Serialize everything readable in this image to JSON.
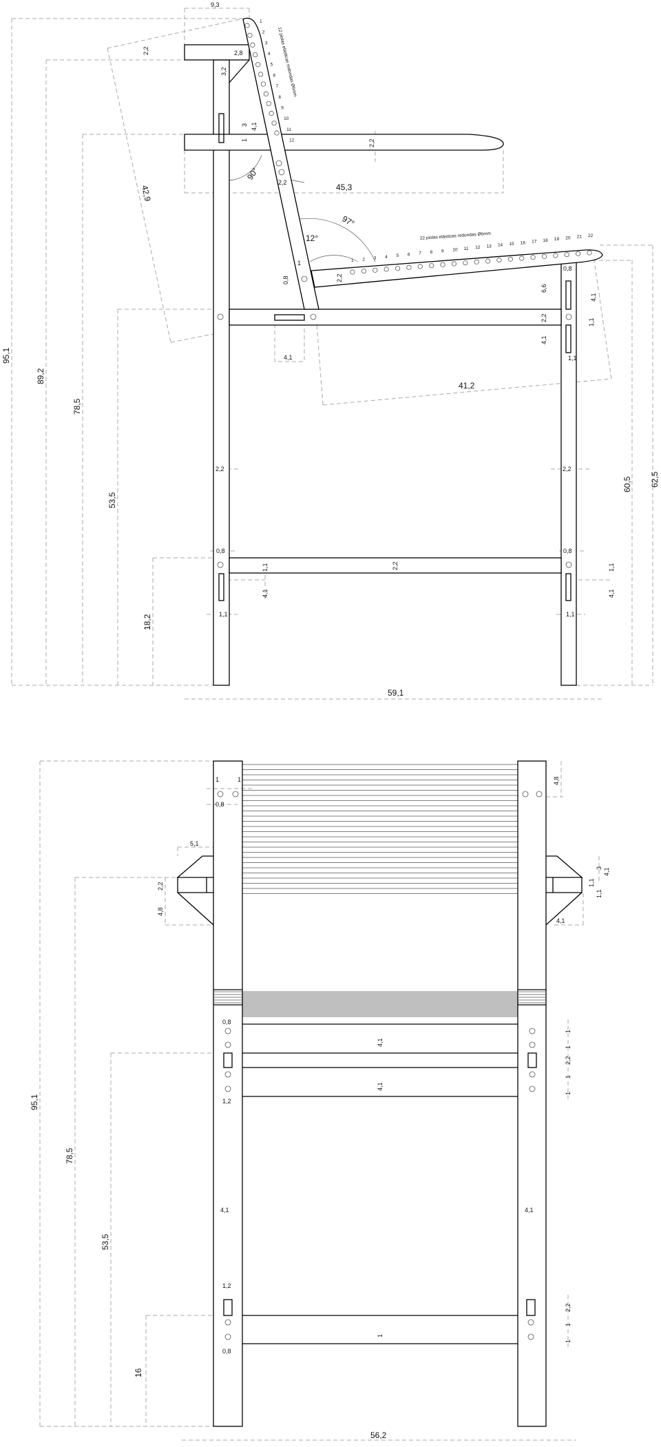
{
  "side_view": {
    "dims": [
      "9,3",
      "2,2",
      "2,8",
      "3,2",
      "3",
      "4,1",
      "1",
      "2,2",
      "90°",
      "2,2",
      "45,3",
      "42,9",
      "97°",
      "12°",
      "1",
      "0,8",
      "2,2",
      "41,2",
      "0,8",
      "6,6",
      "4,1",
      "2,2",
      "1,1",
      "4,1",
      "1,1",
      "2,2",
      "2,2",
      "0,8",
      "0,8",
      "2,2",
      "1,1",
      "4,1",
      "1,1",
      "1,1",
      "4,1",
      "1,1",
      "95,1",
      "89,2",
      "78,5",
      "53,5",
      "18,2",
      "60,5",
      "62,5",
      "59,1",
      "4,1"
    ],
    "back_cord_note": "12 piolas elásticas redondas Ø6mm",
    "seat_cord_note": "22 piolas elásticas redondas Ø6mm",
    "back_cord_numbers": [
      "1",
      "2",
      "3",
      "4",
      "5",
      "6",
      "7",
      "8",
      "9",
      "10",
      "11",
      "12"
    ],
    "seat_cord_numbers": [
      "1",
      "2",
      "3",
      "4",
      "5",
      "6",
      "7",
      "8",
      "9",
      "10",
      "11",
      "12",
      "13",
      "14",
      "15",
      "16",
      "17",
      "18",
      "19",
      "20",
      "21",
      "22"
    ]
  },
  "front_view": {
    "dims": [
      "1",
      "1",
      "0,8",
      "4,8",
      "5,1",
      "2,2",
      "4,8",
      "3",
      "4,1",
      "1,1",
      "1,1",
      "4,1",
      "0,8",
      "4,1",
      "4,1",
      "1,2",
      "1",
      "1",
      "2,2",
      "1",
      "1",
      "4,1",
      "4,1",
      "1,2",
      "2,2",
      "1",
      "1",
      "0,8",
      "16",
      "53,5",
      "78,5",
      "95,1",
      "56,2"
    ]
  }
}
